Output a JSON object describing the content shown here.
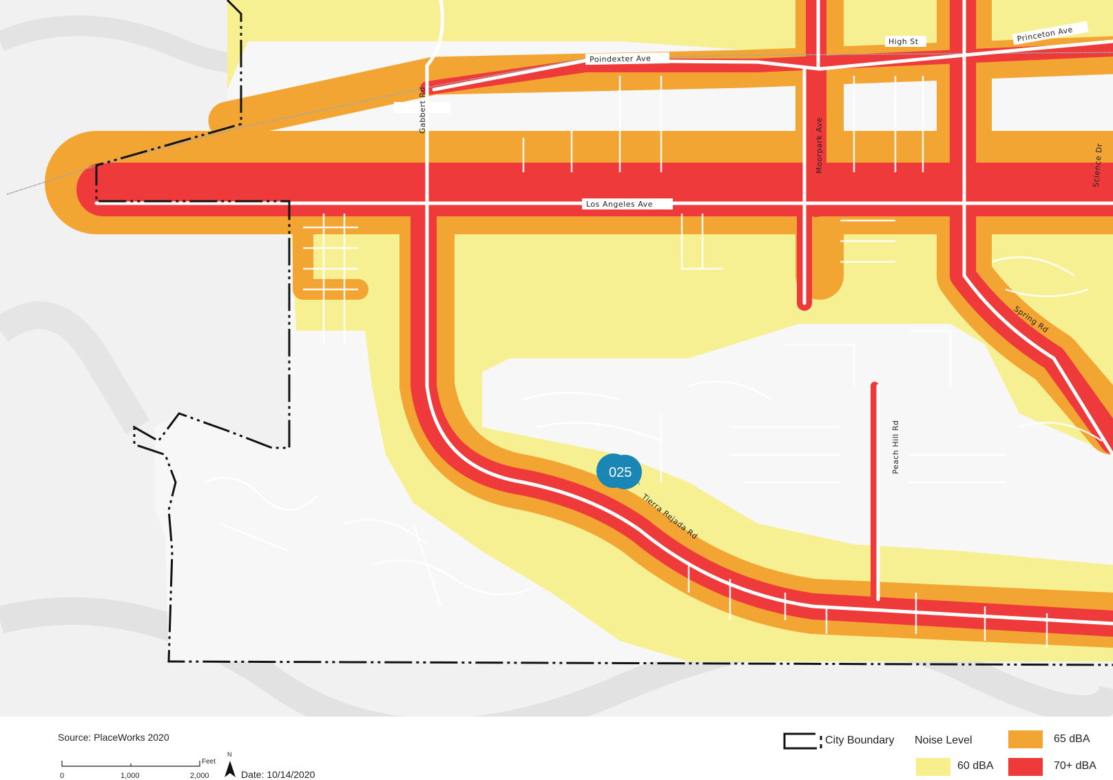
{
  "map": {
    "roads": {
      "poindexter": "Poindexter Ave",
      "high": "High St",
      "princeton": "Princeton Ave",
      "gabbert": "Gabbert Rd",
      "moorpark": "Moorpark Ave",
      "science": "Science Dr",
      "los_angeles": "Los Angeles Ave",
      "spring": "Spring Rd",
      "peach_hill": "Peach Hill Rd",
      "tierra_rejada": "Tierra Rejada Rd"
    },
    "marker": {
      "label": "025",
      "color": "#1a86b5"
    },
    "colors": {
      "db60": "#f7ef8c",
      "db65": "#f2a533",
      "db70": "#ee3a3a",
      "boundary": "#111111",
      "street": "#ffffff",
      "terrain": "#f1f1f1"
    }
  },
  "footer": {
    "source": "Source: PlaceWorks 2020",
    "scale": {
      "ticks": [
        "0",
        "1,000",
        "2,000"
      ],
      "unit": "Feet"
    },
    "north": "N",
    "date": "Date: 10/14/2020"
  },
  "legend": {
    "boundary_label": "City Boundary",
    "noise_title": "Noise Level",
    "items": [
      {
        "label": "60 dBA",
        "color": "#f7ef8c"
      },
      {
        "label": "65 dBA",
        "color": "#f2a533"
      },
      {
        "label": "70+ dBA",
        "color": "#ee3a3a"
      }
    ]
  }
}
